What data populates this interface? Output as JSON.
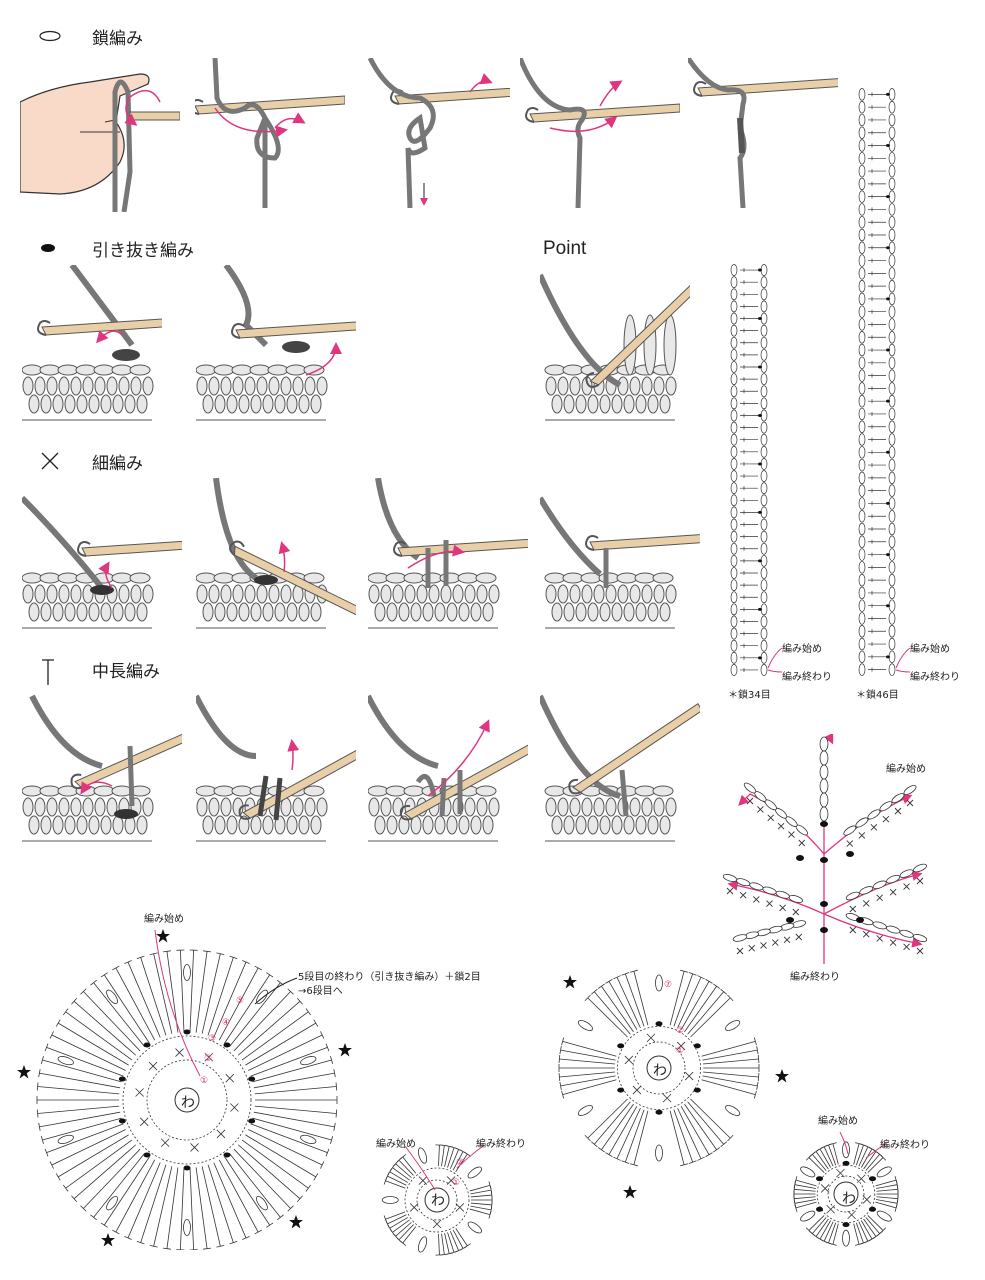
{
  "sections": [
    {
      "symbol": "chain-symbol",
      "title": "鎖編み"
    },
    {
      "symbol": "slip-stitch-symbol",
      "title": "引き抜き編み"
    },
    {
      "symbol": "single-crochet-symbol",
      "title": "細編み"
    },
    {
      "symbol": "half-double-crochet-symbol",
      "title": "中長編み"
    }
  ],
  "point_label": "Point",
  "strips": [
    {
      "count_label": "＊鎖34目",
      "start_label": "編み始め",
      "end_label": "編み終わり"
    },
    {
      "count_label": "＊鎖46目",
      "start_label": "編み始め",
      "end_label": "編み終わり"
    }
  ],
  "leaf": {
    "start_label": "編み始め",
    "end_label": "編み終わり"
  },
  "flower_large": {
    "start_label": "編み始め",
    "note_line1": "5段目の終わり（引き抜き編み）＋鎖2目",
    "note_line2": "→6段目へ",
    "center": "わ",
    "round_numbers": [
      "①",
      "②",
      "③",
      "④",
      "⑤"
    ]
  },
  "flower_small_left": {
    "start_label": "編み始め",
    "end_label": "編み終わり",
    "center": "わ",
    "round_numbers": [
      "①",
      "②"
    ]
  },
  "flower_mid": {
    "center": "わ",
    "round_numbers": [
      "①",
      "②",
      "⑦"
    ]
  },
  "flower_small_right": {
    "start_label": "編み始め",
    "end_label": "編み終わり",
    "center": "わ"
  },
  "colors": {
    "accent": "#e0357f",
    "hook": "#e8cfa8",
    "yarn_dark": "#7a7a7a",
    "skin": "#f9d9c8"
  }
}
